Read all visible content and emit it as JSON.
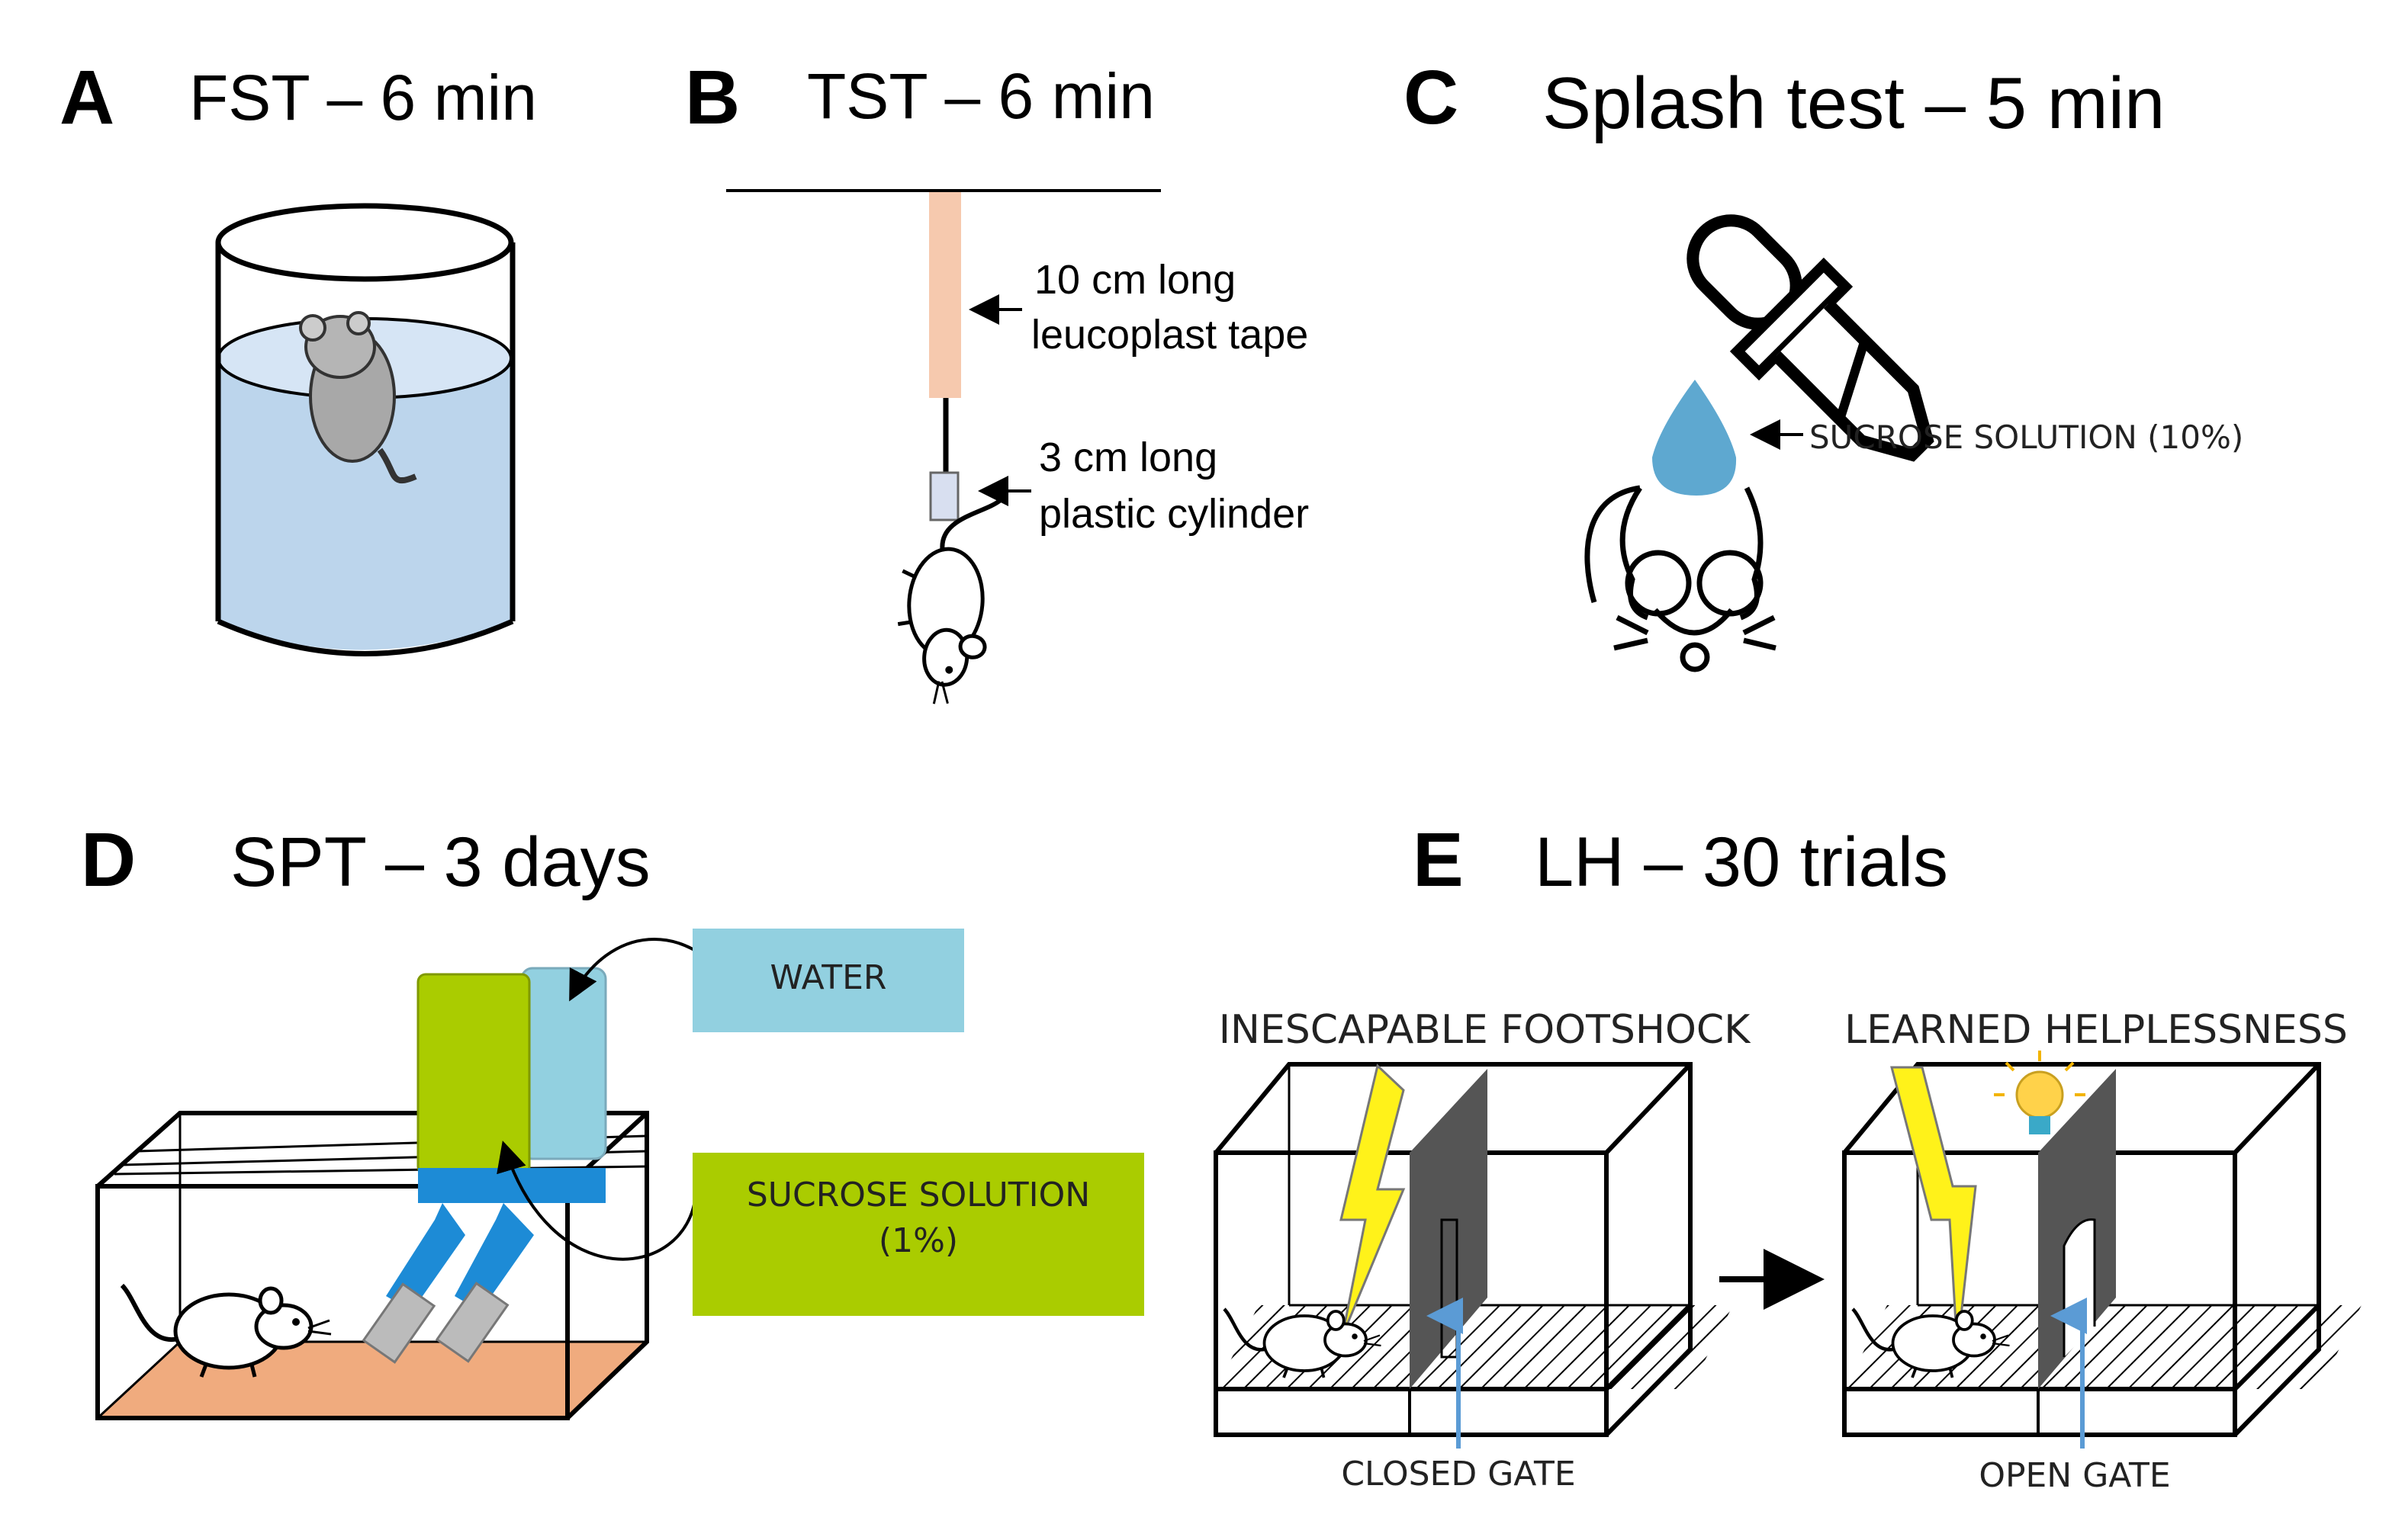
{
  "panels": {
    "A": {
      "letter": "A",
      "title": "FST – 6 min"
    },
    "B": {
      "letter": "B",
      "title": "TST – 6 min",
      "tape_line1": "10 cm long",
      "tape_line2": "leucoplast tape",
      "cyl_line1": "3 cm long",
      "cyl_line2": "plastic cylinder"
    },
    "C": {
      "letter": "C",
      "title": "Splash test – 5 min",
      "sucrose_label": "SUCROSE SOLUTION (10%)"
    },
    "D": {
      "letter": "D",
      "title": "SPT – 3 days",
      "water_label": "WATER",
      "sucrose_line1": "SUCROSE SOLUTION",
      "sucrose_line2": "(1%)"
    },
    "E": {
      "letter": "E",
      "title": "LH – 30 trials",
      "left_heading": "INESCAPABLE FOOTSHOCK",
      "right_heading": "LEARNED HELPLESSNESS",
      "closed_gate": "CLOSED GATE",
      "open_gate": "OPEN GATE"
    }
  },
  "colors": {
    "water_fill": "#bcd5ec",
    "water_top": "#d6e5f5",
    "tape": "#f6c9ae",
    "drop": "#5ea8d0",
    "water_box": "#92d0e0",
    "sucrose_box": "#aacc00",
    "cage_floor": "#f0ab7e",
    "bottle_cap": "#1d8bd6",
    "gate": "#555555",
    "lightning": "#fff21a",
    "gate_arrow": "#5b9bd5"
  },
  "icons": [
    "mouse-icon",
    "lightning-icon",
    "lightbulb-icon",
    "dropper-icon"
  ]
}
